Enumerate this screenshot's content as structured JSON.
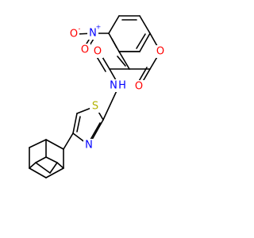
{
  "colors": {
    "bond": "#000000",
    "oxygen": "#ff0000",
    "nitrogen": "#0000ff",
    "sulfur": "#b3b300",
    "background": "#ffffff"
  },
  "atoms": {
    "nitro_n": "N",
    "nitro_n_charge": "+",
    "nitro_o_minus": "O",
    "nitro_o_minus_charge": "-",
    "nitro_o": "O",
    "amide_o": "O",
    "amide_nh": "N",
    "amide_h": "H",
    "ring_o": "O",
    "lactone_o": "O",
    "thiazole_s": "S",
    "thiazole_n": "N"
  }
}
